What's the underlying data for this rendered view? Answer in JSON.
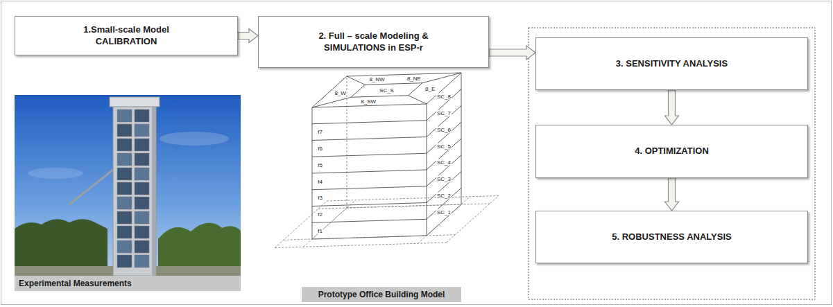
{
  "diagram": {
    "nodes": [
      {
        "text": [
          "1.Small-scale Model CALIBRATION"
        ]
      },
      {
        "text": [
          "Experimental Measurements"
        ]
      },
      {
        "text": [
          "2. Full – scale Modeling & SIMULATIONS in ESP-r"
        ]
      },
      {
        "text": [
          "Prototype Office Building Model"
        ]
      },
      {
        "text": [
          "3. SENSITIVITY ANALYSIS"
        ]
      },
      {
        "text": [
          "4. OPTIMIZATION"
        ]
      },
      {
        "text": [
          "5. ROBUSTNESS ANALYSIS"
        ]
      }
    ],
    "edges": [
      {
        "from": 0,
        "to": 2,
        "arrow": "to"
      },
      {
        "from": 2,
        "to": 4,
        "arrow": "to"
      },
      {
        "from": 4,
        "to": 5,
        "arrow": "to"
      },
      {
        "from": 5,
        "to": 6,
        "arrow": "to"
      }
    ],
    "labels": [
      "8_NW",
      "8_NE",
      "8_E",
      "8_W",
      "8_SW",
      "SC_S",
      "f7",
      "f6",
      "f5",
      "f4",
      "f3",
      "f2",
      "f1",
      "SC_8",
      "SC_7",
      "SC_6",
      "SC_5",
      "SC_4",
      "SC_3",
      "SC_2",
      "SC_1"
    ]
  }
}
